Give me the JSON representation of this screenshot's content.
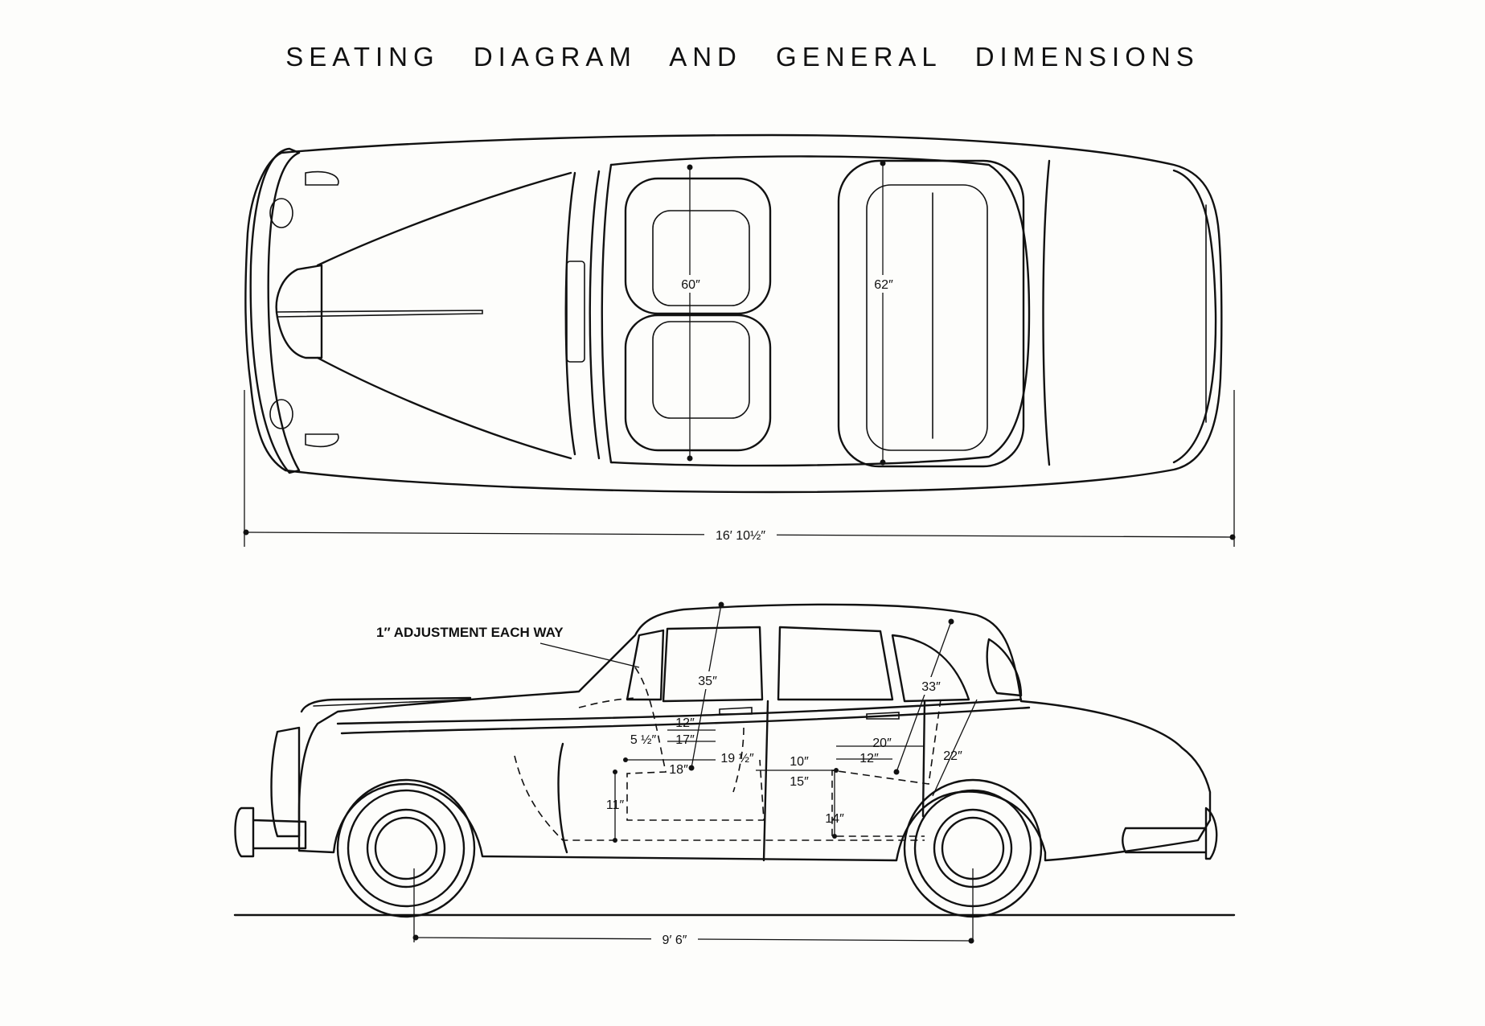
{
  "title": "SEATING DIAGRAM AND GENERAL DIMENSIONS",
  "plan_view": {
    "front_seat_width": "60″",
    "rear_seat_width": "62″",
    "overall_length": "16′ 10½″"
  },
  "side_view": {
    "adjustment_note": "1″ ADJUSTMENT EACH WAY",
    "front_headroom": "35″",
    "rear_headroom": "33″",
    "front_cushion_depth": "12″",
    "front_cushion_to_pedal": "17″",
    "front_cushion_height": "5 ½″",
    "front_legroom": "18″",
    "front_backrest": "19 ½″",
    "knee_room": "10″",
    "front_seat_to_rear_seat": "15″",
    "rear_legroom": "20″",
    "rear_cushion_depth": "12″",
    "rear_backrest": "22″",
    "front_seat_height": "11″",
    "rear_seat_height": "14″",
    "wheelbase": "9′ 6″"
  }
}
